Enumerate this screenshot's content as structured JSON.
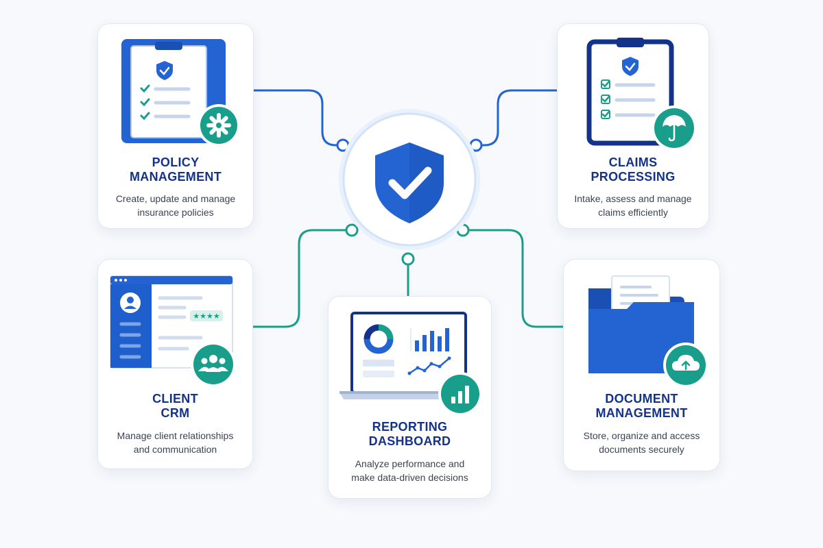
{
  "hub": {
    "icon": "shield-check-icon"
  },
  "cards": {
    "policy": {
      "title": [
        "POLICY",
        "MANAGEMENT"
      ],
      "description": [
        "Create, update and manage",
        "insurance policies"
      ],
      "icons": [
        "clipboard-icon",
        "shield-check-icon",
        "gear-icon"
      ]
    },
    "claims": {
      "title": [
        "CLAIMS",
        "PROCESSING"
      ],
      "description": [
        "Intake, assess and manage",
        "claims efficiently"
      ],
      "icons": [
        "clipboard-icon",
        "shield-check-icon",
        "umbrella-icon"
      ]
    },
    "crm": {
      "title": [
        "CLIENT",
        "CRM"
      ],
      "description": [
        "Manage client relationships",
        "and communication"
      ],
      "icons": [
        "browser-window-icon",
        "user-avatar-icon",
        "star-rating-icon",
        "users-group-icon"
      ],
      "rating_stars": "★★★★"
    },
    "reporting": {
      "title": [
        "REPORTING",
        "DASHBOARD"
      ],
      "description": [
        "Analyze performance and",
        "make data-driven decisions"
      ],
      "icons": [
        "laptop-icon",
        "donut-chart-icon",
        "bar-chart-icon",
        "line-chart-icon"
      ]
    },
    "documents": {
      "title": [
        "DOCUMENT",
        "MANAGEMENT"
      ],
      "description": [
        "Store, organize and access",
        "documents securely"
      ],
      "icons": [
        "folder-icon",
        "document-icon",
        "cloud-upload-icon"
      ]
    }
  },
  "colors": {
    "blue": "#2364d2",
    "navy": "#13328a",
    "teal": "#1a9e8c",
    "card_border": "#e3e8f0",
    "background": "#f7f9fc"
  }
}
